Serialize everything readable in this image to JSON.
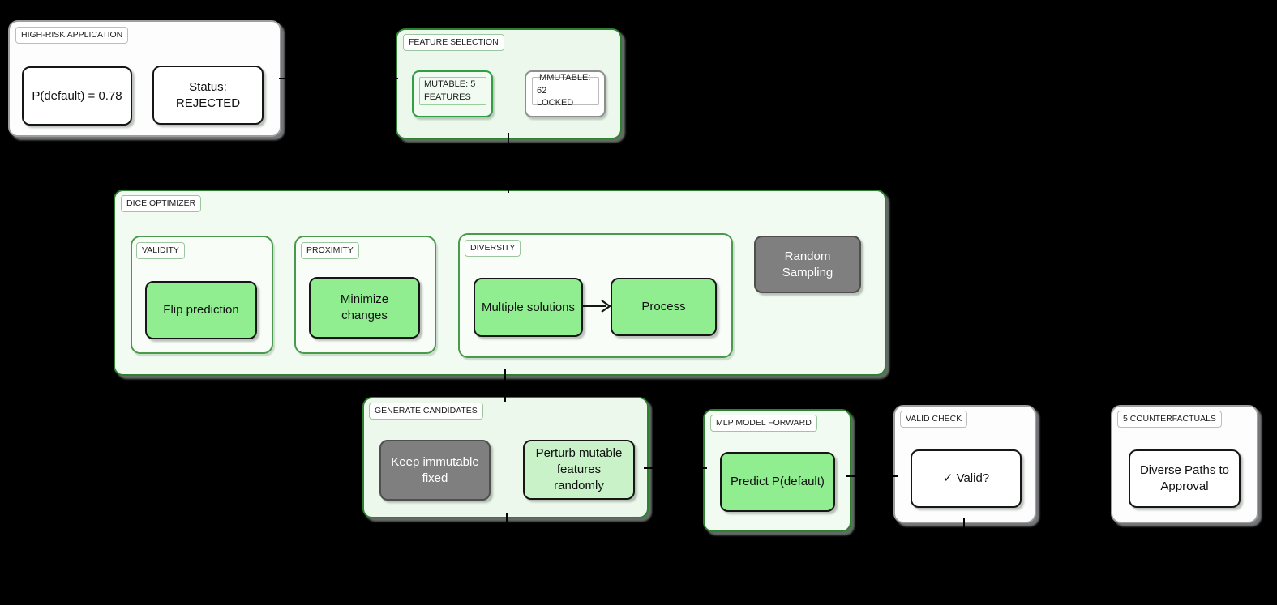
{
  "diagram": {
    "background_color": "#000000",
    "palette": {
      "green_border": "#2f8132",
      "green_container_bg": "#ecf8ec",
      "light_green_container_bg": "#f1fbf1",
      "sub_container_bg": "#f8fdf8",
      "node_green": "#90ee90",
      "node_mint": "#c9f2c9",
      "node_gray": "#7f7f7f",
      "node_border_dark": "#161616",
      "white_container_border": "#9e9e9e"
    },
    "containers": {
      "high_risk_application": {
        "label": "HIGH-RISK APPLICATION"
      },
      "feature_selection": {
        "label": "FEATURE SELECTION"
      },
      "dice_optimizer": {
        "label": "DICE OPTIMIZER"
      },
      "validity": {
        "label": "VALIDITY"
      },
      "proximity": {
        "label": "PROXIMITY"
      },
      "diversity": {
        "label": "DIVERSITY"
      },
      "generate_candidates": {
        "label": "GENERATE CANDIDATES"
      },
      "mlp_model_forward": {
        "label": "MLP MODEL FORWARD"
      },
      "valid_check": {
        "label": "VALID CHECK"
      },
      "counterfactuals": {
        "label": "5 COUNTERFACTUALS"
      }
    },
    "nodes": {
      "p_default": {
        "text": "P(default) = 0.78"
      },
      "status": {
        "text": "Status:\nREJECTED"
      },
      "mutable": {
        "text": "MUTABLE: 5\nFEATURES"
      },
      "immutable": {
        "text": "IMMUTABLE: 62\nLOCKED"
      },
      "flip_prediction": {
        "text": "Flip prediction"
      },
      "minimize_changes": {
        "text": "Minimize\nchanges"
      },
      "multiple_solutions": {
        "text": "Multiple solutions"
      },
      "process": {
        "text": "Process"
      },
      "random_sampling": {
        "text": "Random\nSampling"
      },
      "keep_immutable": {
        "text": "Keep immutable\nfixed"
      },
      "perturb_mutable": {
        "text": "Perturb mutable\nfeatures\nrandomly"
      },
      "predict_pdefault": {
        "text": "Predict P(default)"
      },
      "valid_question": {
        "text": "✓ Valid?"
      },
      "diverse_paths": {
        "text": "Diverse Paths to\nApproval"
      }
    },
    "edges": [
      {
        "from": "Multiple solutions",
        "to": "Process",
        "style": "arrow"
      }
    ]
  }
}
